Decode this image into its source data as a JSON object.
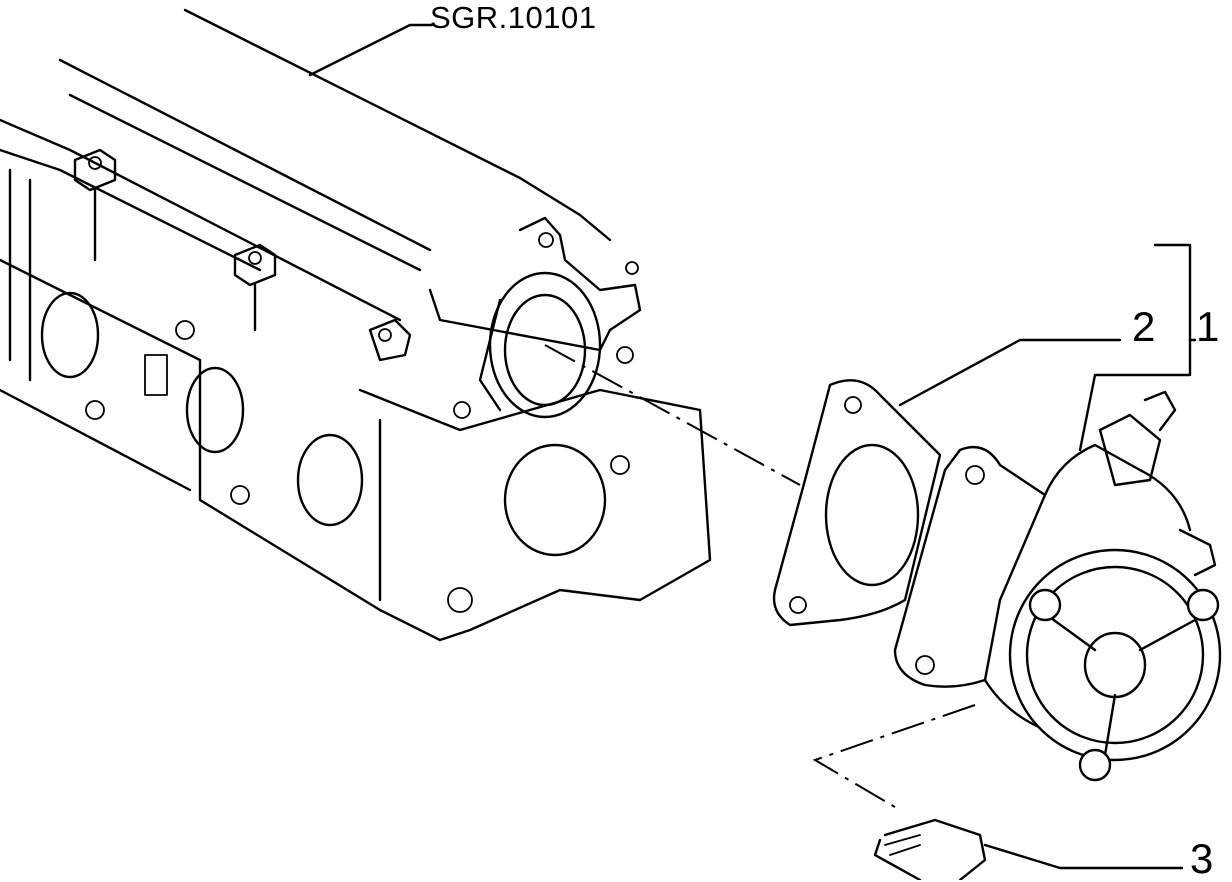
{
  "diagram": {
    "reference_code": "SGR.10101",
    "callouts": [
      {
        "id": "1",
        "label": "1"
      },
      {
        "id": "2",
        "label": "2"
      },
      {
        "id": "3",
        "label": "3"
      }
    ],
    "ink_color": "#000000",
    "background_color": "#ffffff"
  }
}
